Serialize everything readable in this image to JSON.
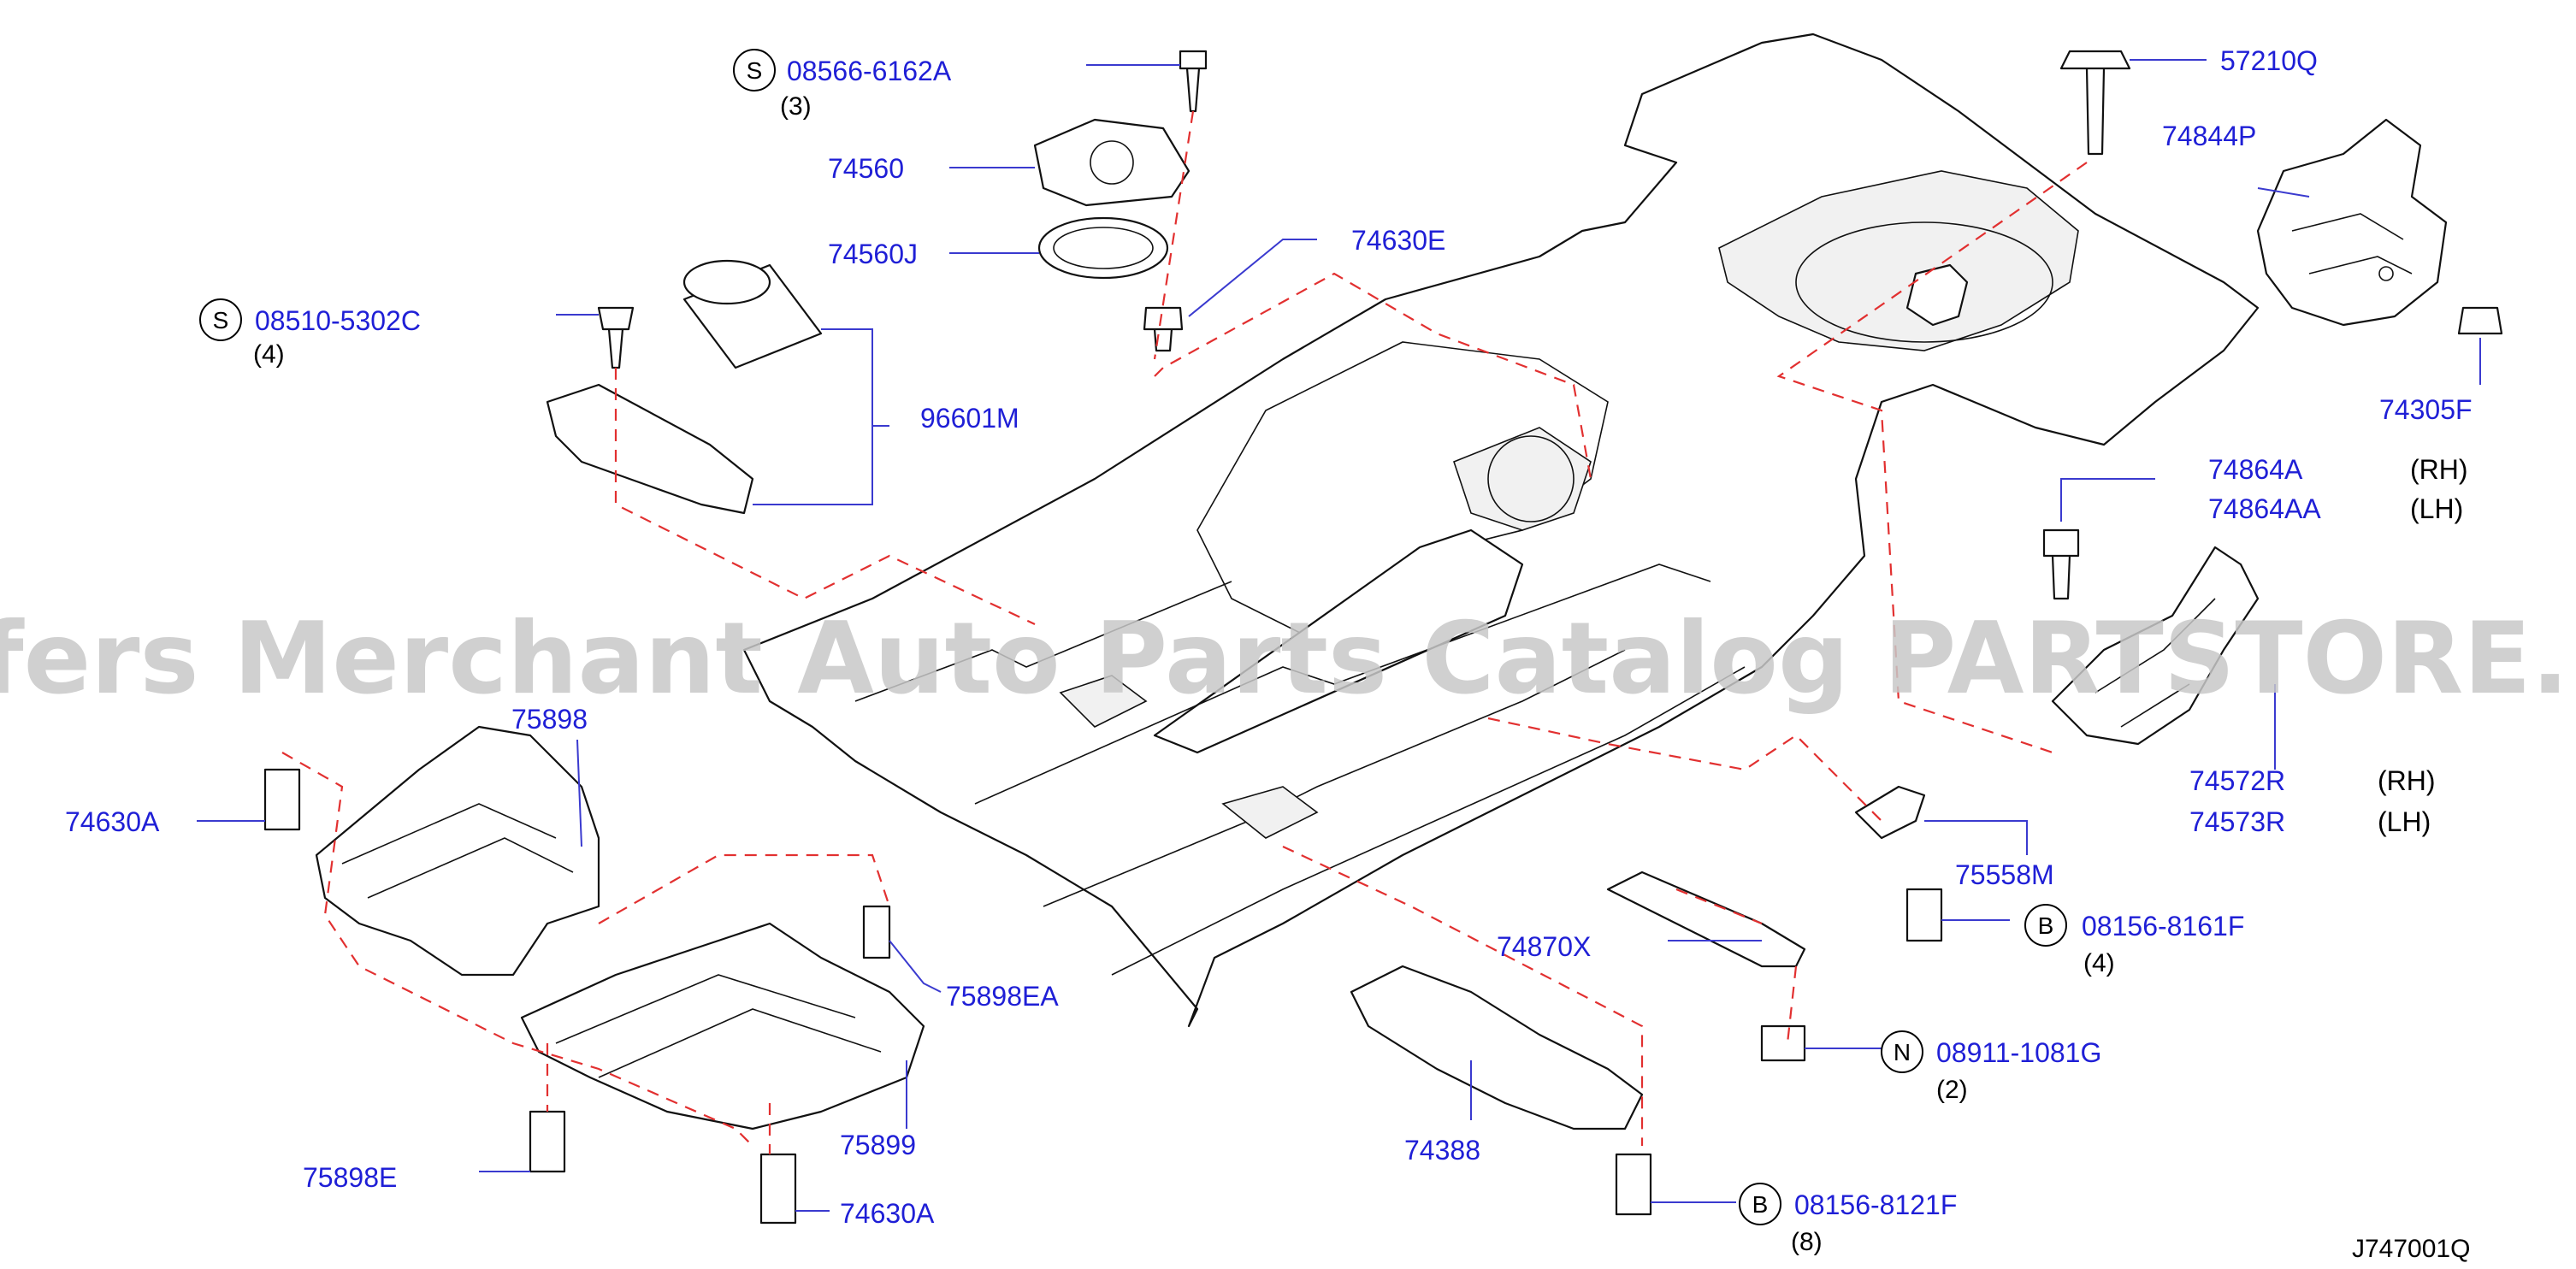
{
  "watermark": "Offers Merchant Auto Parts Catalog PARTSTORE.SA",
  "diagram_id": "J747001Q",
  "callouts": [
    {
      "number": "08566-6162A",
      "prefix": "S",
      "qty": "(3)"
    },
    {
      "number": "74560"
    },
    {
      "number": "74560J"
    },
    {
      "number": "74630E"
    },
    {
      "number": "08510-5302C",
      "prefix": "S",
      "qty": "(4)"
    },
    {
      "number": "96601M"
    },
    {
      "number": "57210Q"
    },
    {
      "number": "74844P"
    },
    {
      "number": "74305F"
    },
    {
      "number": "74864A",
      "side": "(RH)"
    },
    {
      "number": "74864AA",
      "side": "(LH)"
    },
    {
      "number": "74572R",
      "side": "(RH)"
    },
    {
      "number": "74573R",
      "side": "(LH)"
    },
    {
      "number": "75558M"
    },
    {
      "number": "08156-8161F",
      "prefix": "B",
      "qty": "(4)"
    },
    {
      "number": "74870X"
    },
    {
      "number": "08911-1081G",
      "prefix": "N",
      "qty": "(2)"
    },
    {
      "number": "74388"
    },
    {
      "number": "08156-8121F",
      "prefix": "B",
      "qty": "(8)"
    },
    {
      "number": "75898"
    },
    {
      "number": "74630A"
    },
    {
      "number": "75898EA"
    },
    {
      "number": "75899"
    },
    {
      "number": "75898E"
    },
    {
      "number": "74630A"
    }
  ]
}
